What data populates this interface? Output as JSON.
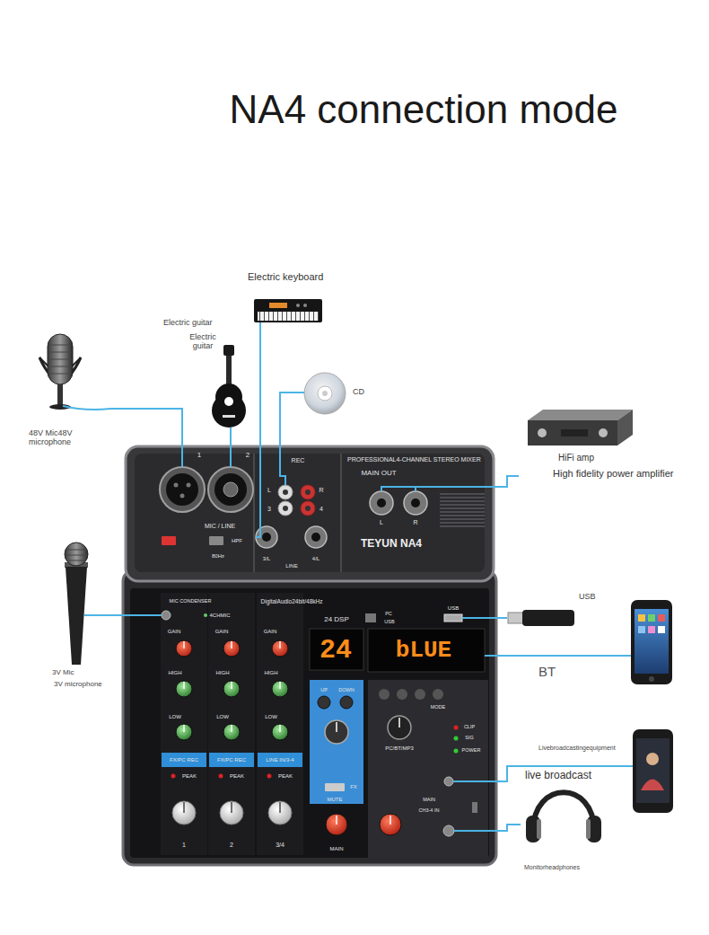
{
  "diagram": {
    "title": "NA4 connection mode",
    "nodes": [
      {
        "text": [
          "PROFESSIONAL4-CHANNEL STEREO MIXER",
          "TEYUN NA4"
        ]
      },
      {
        "text": [
          "48V Mic48V microphone"
        ]
      },
      {
        "text": [
          "Electric guitar",
          "Electric guitar"
        ]
      },
      {
        "text": [
          "Electric keyboard"
        ]
      },
      {
        "text": [
          "CD"
        ]
      },
      {
        "text": [
          "HiFi amp",
          "High fidelity power amplifier"
        ]
      },
      {
        "text": [
          "USB"
        ]
      },
      {
        "text": [
          "BT"
        ]
      },
      {
        "text": [
          "3V Mic",
          "3V microphone"
        ]
      },
      {
        "text": [
          "Livebroadcastingequipment",
          "live broadcast"
        ]
      },
      {
        "text": [
          "Monitorheadphones"
        ]
      }
    ],
    "edges": [
      {
        "from": 1,
        "to": 0,
        "arrow": "none"
      },
      {
        "from": 2,
        "to": 0,
        "arrow": "none"
      },
      {
        "from": 3,
        "to": 0,
        "arrow": "none"
      },
      {
        "from": 4,
        "to": 0,
        "arrow": "none"
      },
      {
        "from": 5,
        "to": 0,
        "arrow": "none"
      },
      {
        "from": 6,
        "to": 0,
        "arrow": "none"
      },
      {
        "from": 7,
        "to": 0,
        "arrow": "none"
      },
      {
        "from": 8,
        "to": 0,
        "arrow": "none"
      },
      {
        "from": 9,
        "to": 0,
        "arrow": "none"
      },
      {
        "from": 10,
        "to": 0,
        "arrow": "none"
      }
    ],
    "labels": [
      "REC",
      "L",
      "R",
      "3",
      "4",
      "MAIN OUT",
      "L",
      "R",
      "1",
      "2",
      "MIC / LINE",
      "HPF",
      "80Hz",
      "3/L",
      "LINE",
      "4/L",
      "MIC CONDENSER",
      "DigitalAudio24bit/48kHz",
      "4CHMIC",
      "24 DSP",
      "PC",
      "USB",
      "USB",
      "GAIN",
      "GAIN",
      "GAIN",
      "HIGH",
      "HIGH",
      "HIGH",
      "LOW",
      "LOW",
      "LOW",
      "FX/PC REC",
      "FX/PC REC",
      "LINE IN/3-4",
      "PEAK",
      "PEAK",
      "PEAK",
      "1",
      "2",
      "3/4",
      "24",
      "bLUE",
      "UP",
      "DOWN",
      "FX",
      "MUTE",
      "MODE",
      "PC/BT/MP3",
      "CLIP",
      "SIG",
      "POWER",
      "MAIN",
      "MAIN",
      "CH3-4 IN"
    ]
  }
}
